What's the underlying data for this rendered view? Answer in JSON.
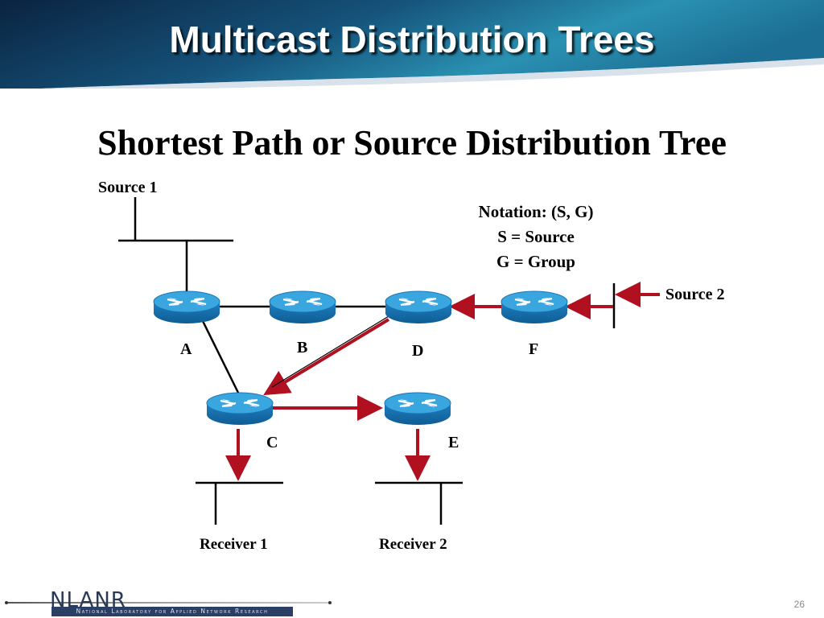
{
  "slide": {
    "title": "Multicast Distribution Trees",
    "subtitle": "Shortest Path or Source Distribution Tree",
    "page_number": "26"
  },
  "diagram": {
    "sources": [
      "Source 1",
      "Source 2"
    ],
    "receivers": [
      "Receiver 1",
      "Receiver 2"
    ],
    "routers": [
      "A",
      "B",
      "D",
      "F",
      "C",
      "E"
    ],
    "notation": {
      "line1": "Notation:  (S, G)",
      "line2": "S = Source",
      "line3": "G = Group"
    },
    "links": [
      [
        "A",
        "B"
      ],
      [
        "B",
        "D"
      ],
      [
        "D",
        "F"
      ],
      [
        "A",
        "C"
      ],
      [
        "D",
        "C"
      ],
      [
        "C",
        "E"
      ]
    ],
    "distribution_path": [
      "Source 2 -> F",
      "F -> D",
      "D -> C",
      "C -> E",
      "C -> Receiver 1",
      "E -> Receiver 2"
    ]
  },
  "footer": {
    "logo_text": "NLANR",
    "lab_name": "National Laboratory for Applied Network Research"
  },
  "colors": {
    "banner_dark": "#0b2a4a",
    "banner_light": "#2a8fb0",
    "router_blue": "#2e9ad6",
    "tree_arrow_red": "#b01020"
  }
}
